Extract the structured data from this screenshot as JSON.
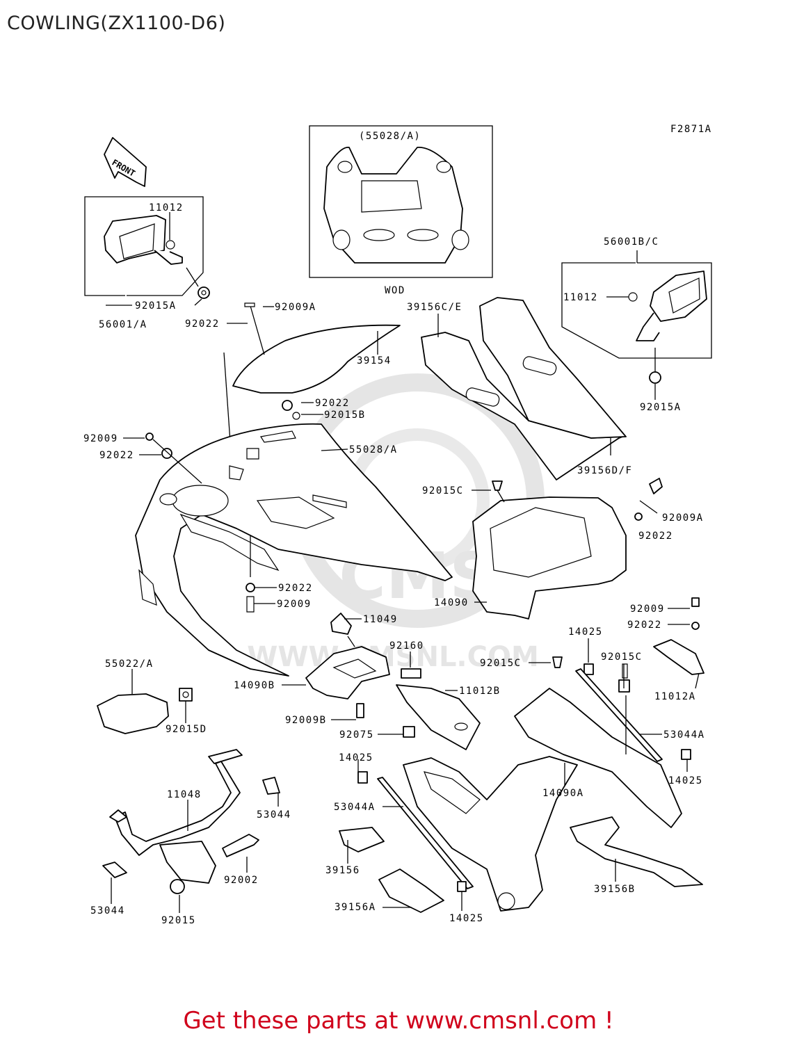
{
  "title": "COWLING(ZX1100-D6)",
  "footer": "Get these parts at www.cmsnl.com !",
  "diagram": {
    "figure_code": "F2871A",
    "direction_arrow": "FRONT",
    "inset_main_caption": "(55028/A)",
    "inset_main_footer": "WOD",
    "watermark_text": "WWW.CMSNL.COM",
    "labels": {
      "l_11012_left": "11012",
      "l_92015A_left": "92015A",
      "l_56001A": "56001/A",
      "l_56001BC": "56001B/C",
      "l_11012_right": "11012",
      "l_92015A_right": "92015A",
      "l_92009A_top": "92009A",
      "l_92022_top": "92022",
      "l_39154": "39154",
      "l_39156CE": "39156C/E",
      "l_92022_mid": "92022",
      "l_92015B": "92015B",
      "l_39156DF": "39156D/F",
      "l_92009_left": "92009",
      "l_92022_left": "92022",
      "l_55028A": "55028/A",
      "l_92015C_top": "92015C",
      "l_92009A_right": "92009A",
      "l_92022_right": "92022",
      "l_92022_center": "92022",
      "l_92009_center": "92009",
      "l_14090": "14090",
      "l_11049": "11049",
      "l_92009_rt": "92009",
      "l_92022_rt": "92022",
      "l_14025_top": "14025",
      "l_92015C_rt": "92015C",
      "l_92160": "92160",
      "l_92015C_mid": "92015C",
      "l_55022A": "55022/A",
      "l_14090B": "14090B",
      "l_11012B": "11012B",
      "l_11012A": "11012A",
      "l_92015D": "92015D",
      "l_92009B": "92009B",
      "l_92075": "92075",
      "l_53044A_right": "53044A",
      "l_14025_mid": "14025",
      "l_14025_right": "14025",
      "l_11048": "11048",
      "l_53044_top": "53044",
      "l_53044A_left": "53044A",
      "l_14090A": "14090A",
      "l_92002": "92002",
      "l_39156": "39156",
      "l_39156B": "39156B",
      "l_53044_bottom": "53044",
      "l_92015": "92015",
      "l_39156A": "39156A",
      "l_14025_bottom": "14025"
    }
  },
  "colors": {
    "footer_text": "#d0021b",
    "line": "#000000",
    "watermark": "#d8d8d8"
  }
}
